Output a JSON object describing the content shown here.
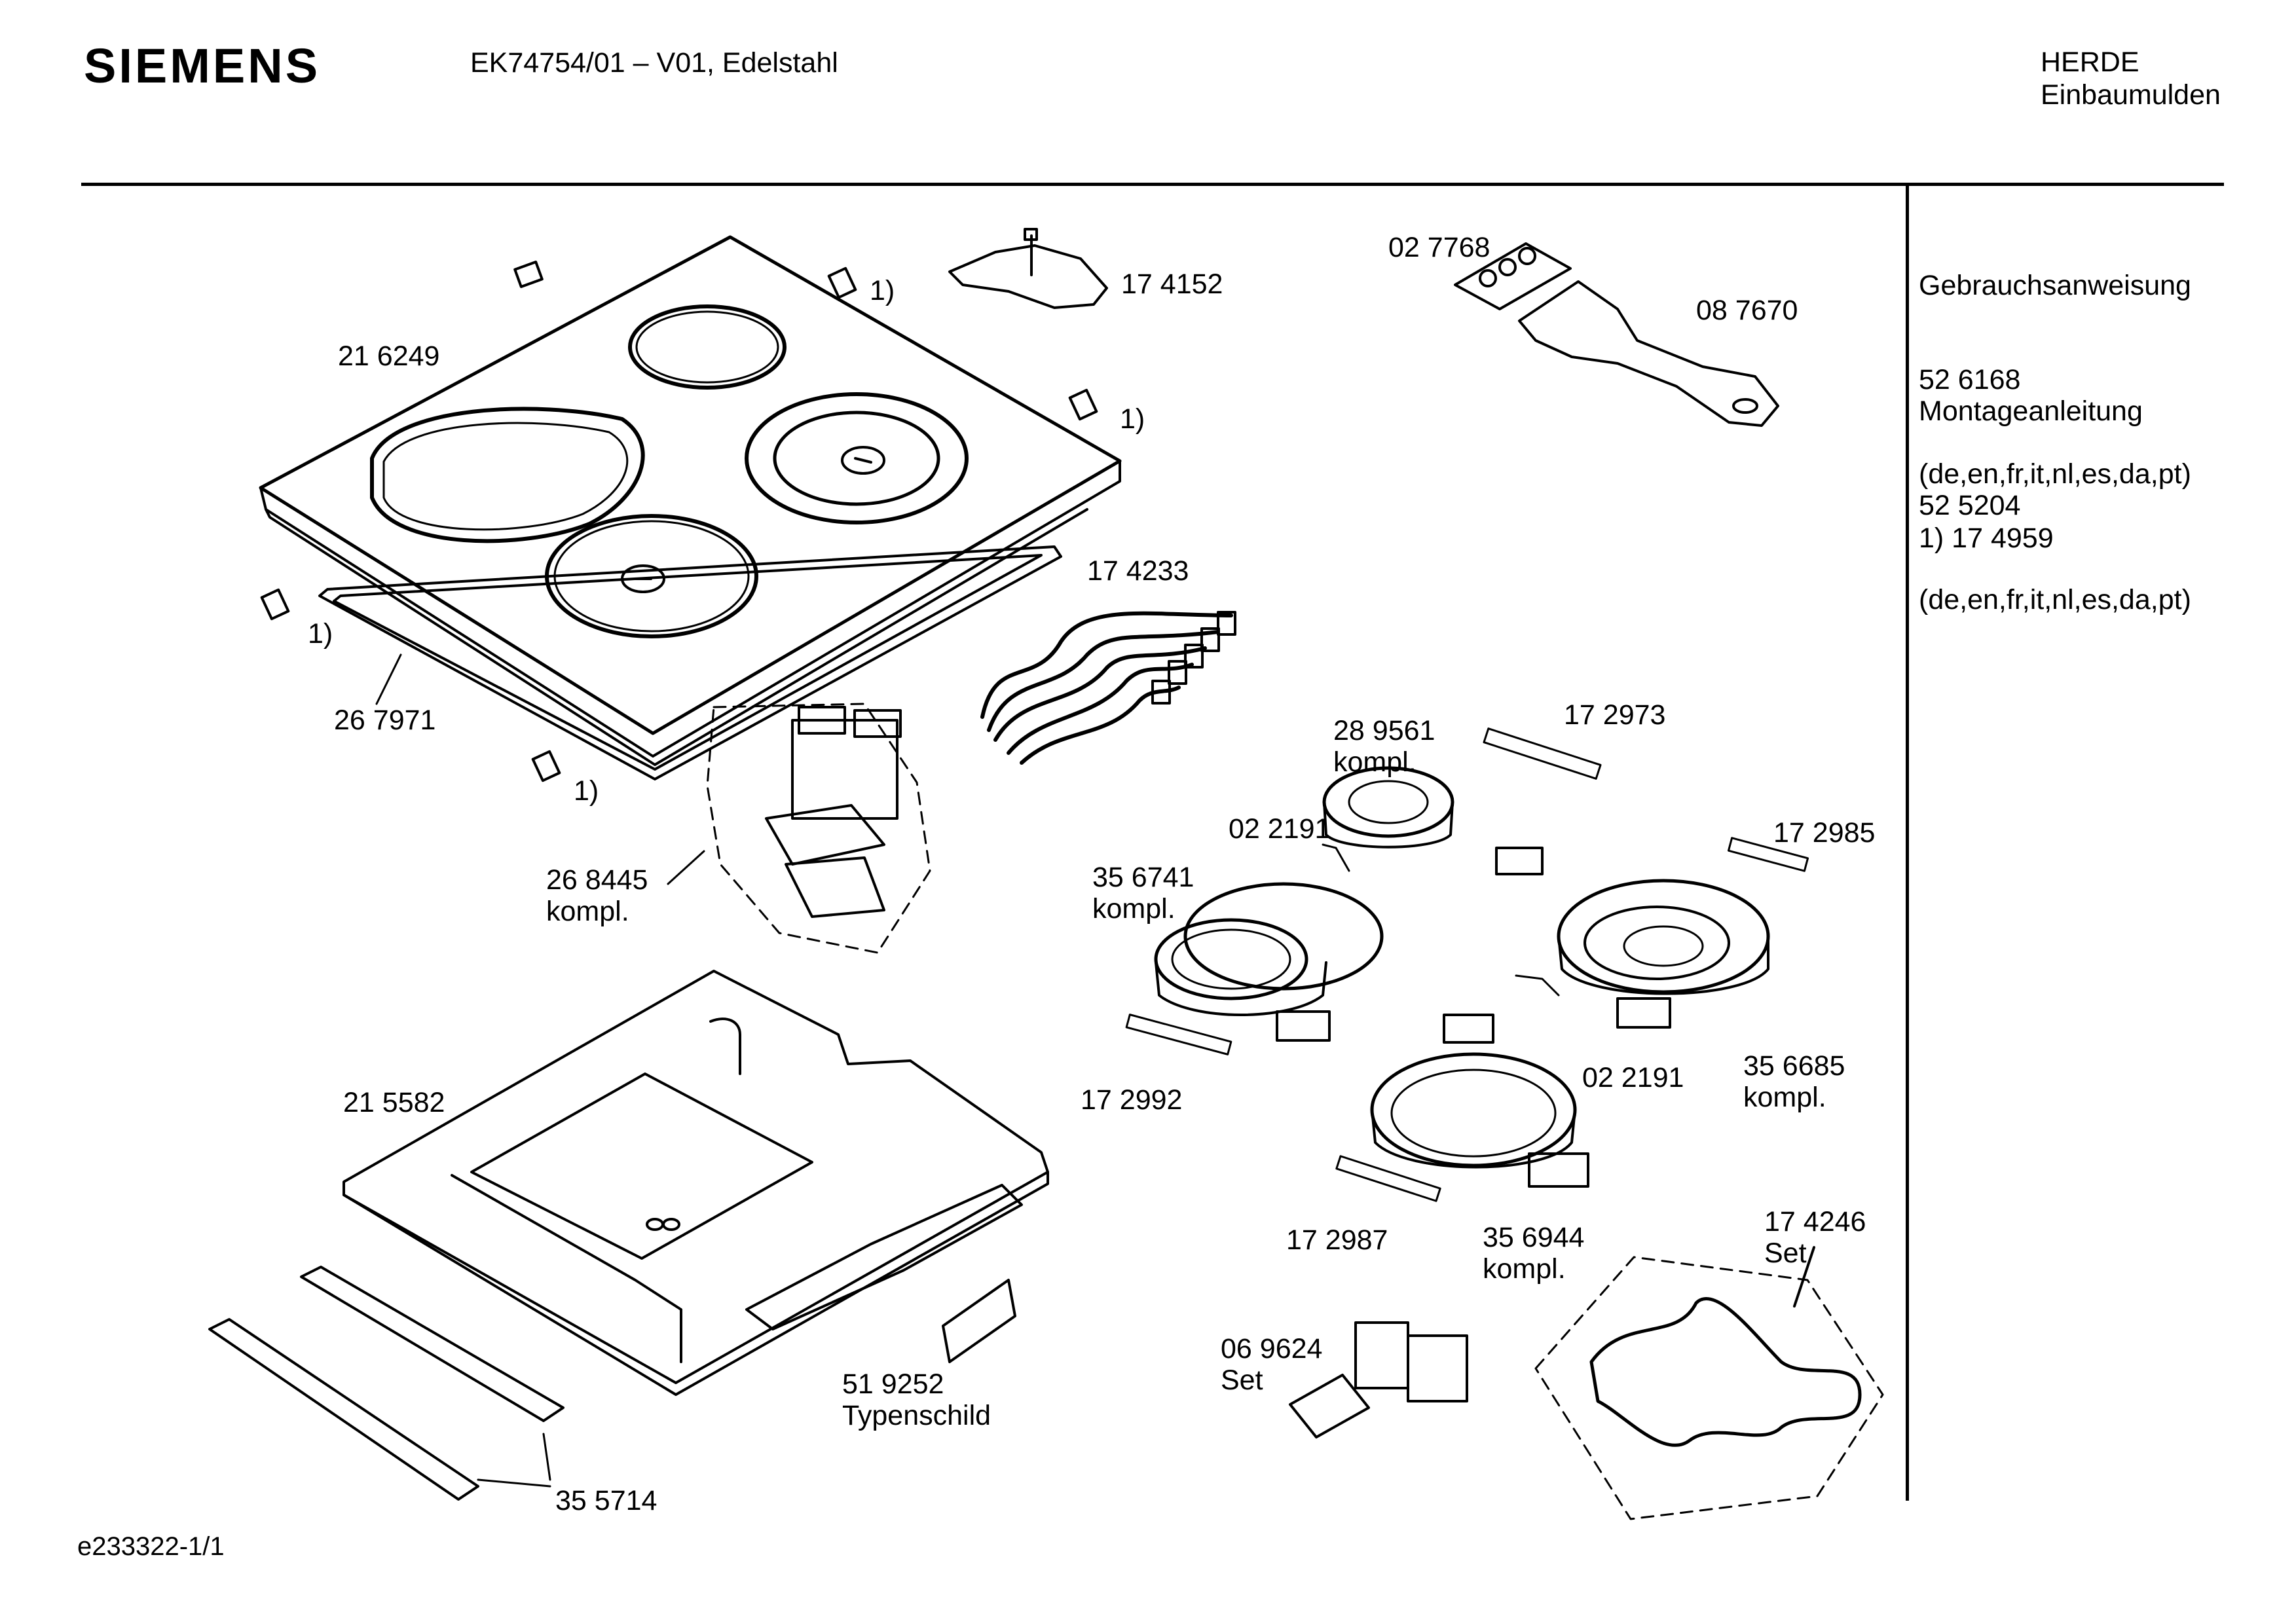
{
  "header": {
    "brand": "SIEMENS",
    "model": "EK74754/01 – V01, Edelstahl",
    "category_line1": "HERDE",
    "category_line2": "Einbaumulden"
  },
  "side_notes": {
    "manual_title": "Gebrauchsanweisung",
    "manual_number": "52 6168",
    "manual_langs": "(de,en,fr,it,nl,es,da,pt)",
    "assembly_title": "Montageanleitung",
    "assembly_number": "52 5204",
    "assembly_langs": "(de,en,fr,it,nl,es,da,pt)",
    "footnote": "1) 17 4959"
  },
  "parts": {
    "p216249": "21 6249",
    "p174152": "17 4152",
    "p027768": "02 7768",
    "p087670": "08 7670",
    "fn1a": "1)",
    "fn1b": "1)",
    "fn1c": "1)",
    "fn1d": "1)",
    "p174233": "17 4233",
    "p267971": "26 7971",
    "p268445": "26 8445",
    "p268445_sub": "kompl.",
    "p289561": "28 9561",
    "p289561_sub": "kompl.",
    "p172973": "17 2973",
    "p022191a": "02 2191",
    "p172985": "17 2985",
    "p356741": "35 6741",
    "p356741_sub": "kompl.",
    "p172992": "17 2992",
    "p022191b": "02 2191",
    "p356685": "35 6685",
    "p356685_sub": "kompl.",
    "p215582": "21 5582",
    "p172987": "17 2987",
    "p356944": "35 6944",
    "p356944_sub": "kompl.",
    "p174246": "17 4246",
    "p174246_sub": "Set",
    "p069624": "06 9624",
    "p069624_sub": "Set",
    "p519252": "51 9252",
    "p519252_sub": "Typenschild",
    "p355714": "35 5714"
  },
  "footer": {
    "code": "e233322-1/1"
  }
}
